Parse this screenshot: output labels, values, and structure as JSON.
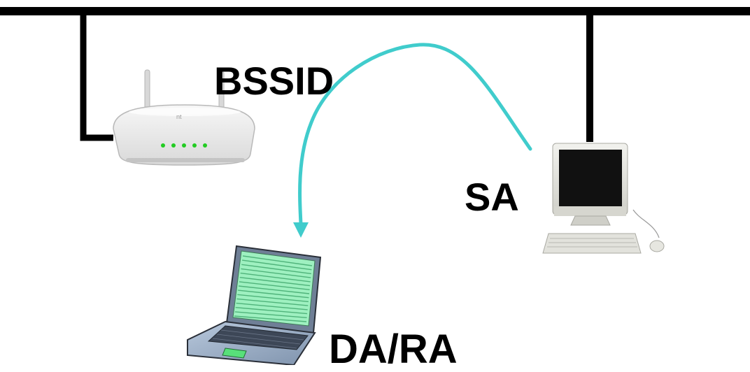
{
  "labels": {
    "bssid": "BSSID",
    "sa": "SA",
    "da_ra": "DA/RA"
  },
  "nodes": {
    "access_point": "access-point-router-icon",
    "desktop": "desktop-computer-icon",
    "laptop": "laptop-icon"
  },
  "colors": {
    "bus_line": "#000000",
    "arrow": "#40cccc",
    "laptop_screen": "#9ef0c0",
    "router_led": "#22cc22"
  }
}
